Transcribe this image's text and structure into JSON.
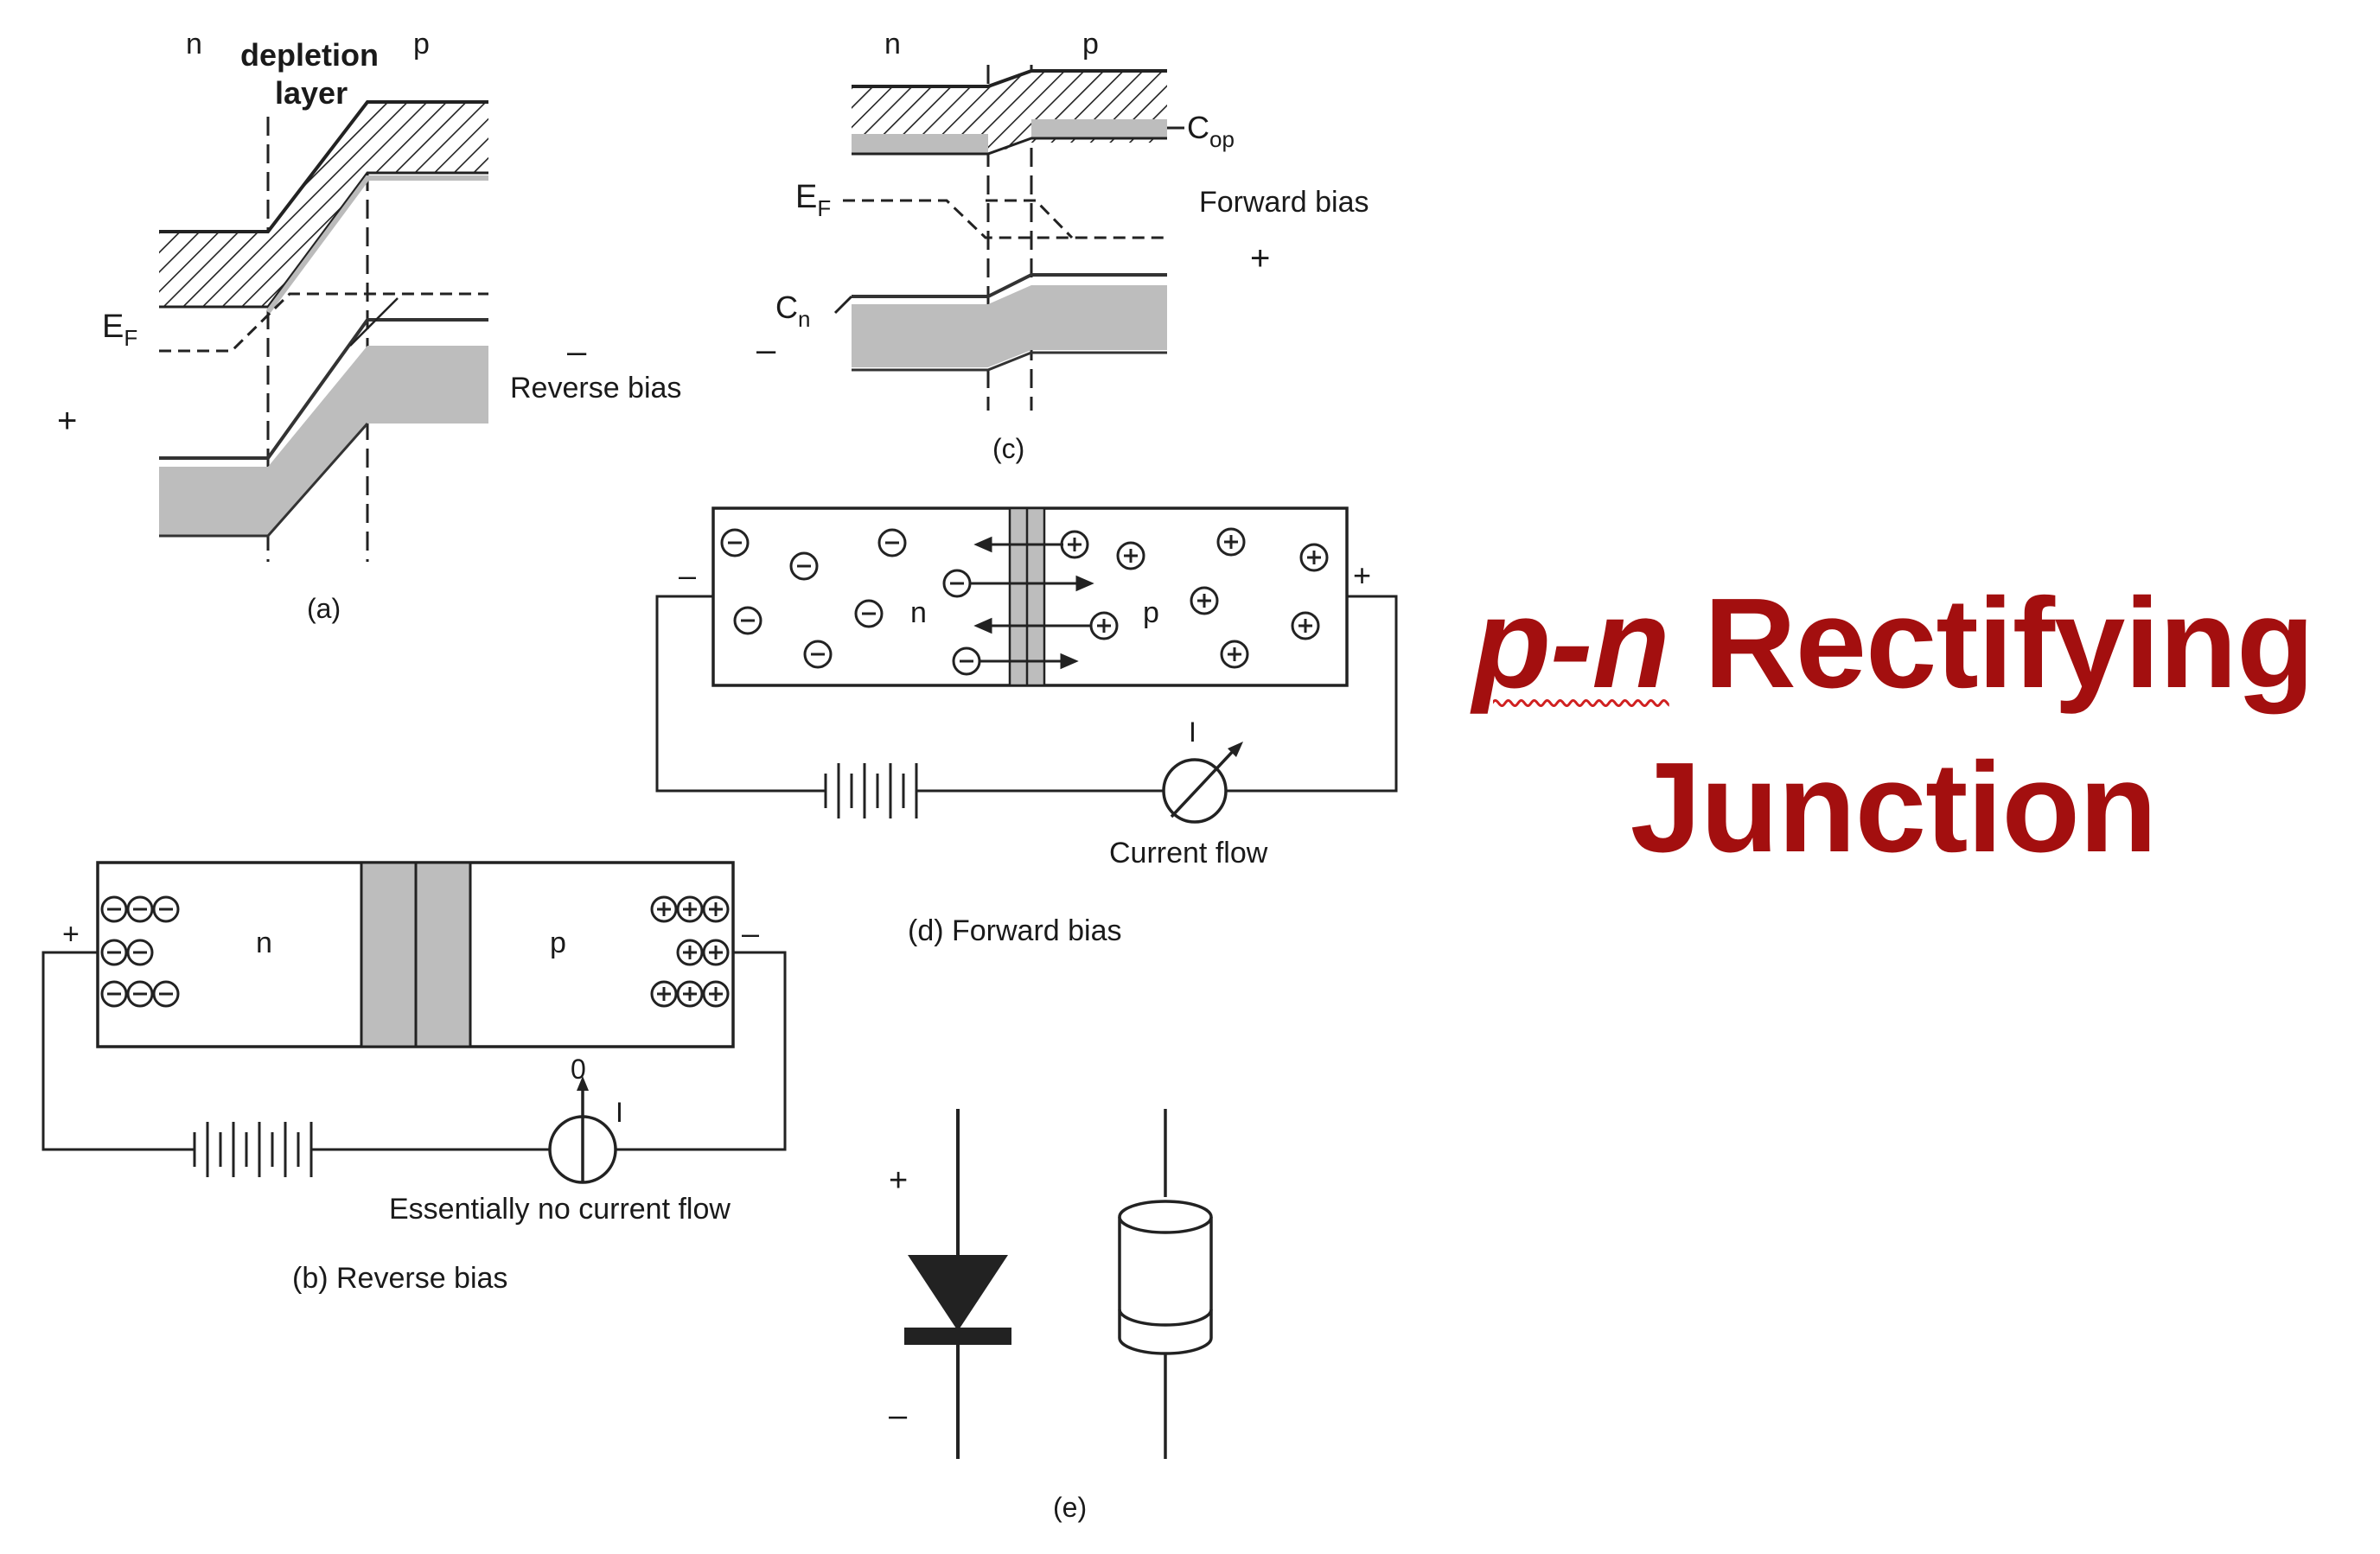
{
  "title": {
    "pn_text": "p-n",
    "rest_text": "Rectifying",
    "line2": "Junction",
    "color": "#a30f0f"
  },
  "panel_a": {
    "label_n": "n",
    "label_depletion_1": "depletion",
    "label_depletion_2": "layer",
    "label_p": "p",
    "label_ef": "E",
    "label_ef_sub": "F",
    "label_minus": "–",
    "label_plus": "+",
    "bias_text": "Reverse bias",
    "caption": "(a)"
  },
  "panel_c_top": {
    "label_n": "n",
    "label_p": "p",
    "label_cop": "C",
    "label_cop_sub": "op",
    "label_ef": "E",
    "label_ef_sub": "F",
    "label_cn": "C",
    "label_cn_sub": "n",
    "bias_text": "Forward bias",
    "label_plus": "+",
    "label_minus": "–",
    "caption": "(c)"
  },
  "panel_d": {
    "label_n": "n",
    "label_p": "p",
    "label_minus": "–",
    "label_plus": "+",
    "meter_label": "I",
    "current_text": "Current flow",
    "caption": "(d) Forward bias"
  },
  "panel_b": {
    "label_n": "n",
    "label_p": "p",
    "label_plus": "+",
    "label_minus": "–",
    "meter_zero": "0",
    "meter_label": "I",
    "current_text": "Essentially no current flow",
    "caption": "(b) Reverse bias"
  },
  "panel_e": {
    "label_plus": "+",
    "label_minus": "–",
    "caption": "(e)"
  }
}
